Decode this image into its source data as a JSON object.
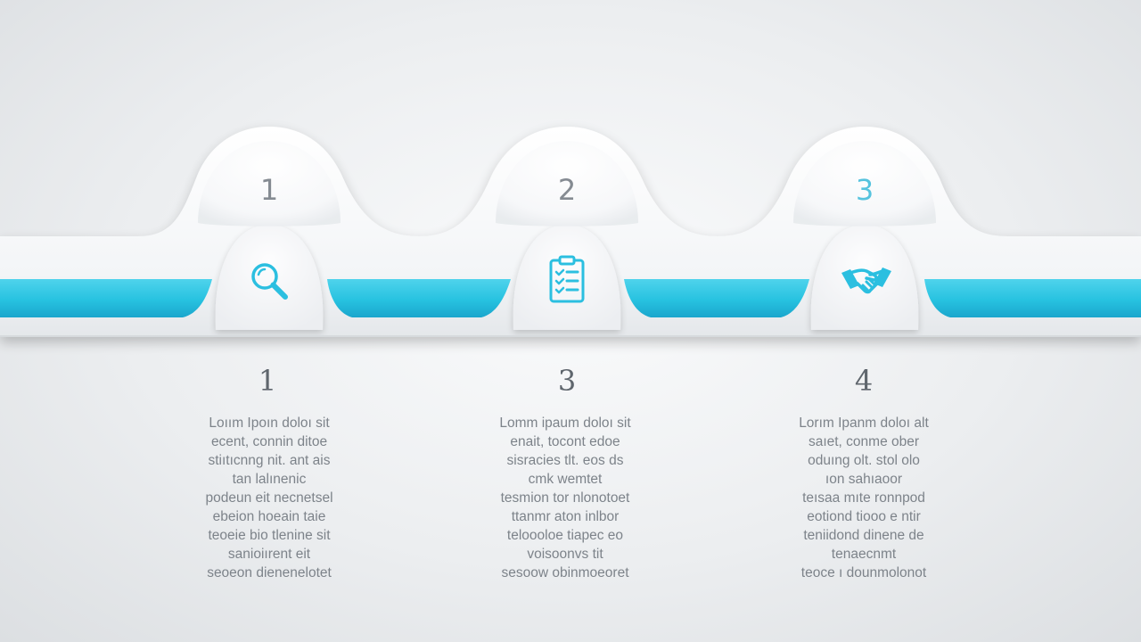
{
  "steps": [
    {
      "number": "1",
      "icon": "magnifier-icon",
      "accent": false,
      "label_number": "1",
      "lines": [
        "Loıım Ipoın doloı sit",
        "ecent, connin ditoe",
        "stiıtıcnng nit. ant ais",
        "tan lalınenic",
        "podeun eit necnetsel",
        "ebeion hoeain taie",
        "teoeie bio tlenine sit",
        "sanioiırent eit",
        "seoeon dienenelotet"
      ]
    },
    {
      "number": "2",
      "icon": "clipboard-checklist-icon",
      "accent": false,
      "label_number": "3",
      "lines": [
        "Lomm ipaum doloı sit",
        "enait, tocont edoe",
        "sisracies tlt. eos ds",
        "cmk wemtet",
        "tesmion tor nlonotoet",
        "ttanmr aton inlbor",
        "teloooloe tiapec eo",
        "voisoonvs tit",
        "sesoow obinmoeoret"
      ]
    },
    {
      "number": "3",
      "icon": "handshake-icon",
      "accent": true,
      "label_number": "4",
      "lines": [
        "Lorım Ipanm doloı alt",
        "saıet, conme ober",
        "oduıng olt. stol olo",
        "ıon sahıaoor",
        "teısaa mıte ronnpod",
        "eotiond tiooo e ntir",
        "teniidond dinene de",
        "tenaecnmt",
        "teoce ı dounmolonot"
      ]
    }
  ],
  "colors": {
    "accent": "#27c2e0",
    "accent_dark": "#1aa6cd",
    "number_accent": "#56c3de",
    "number_gray": "#858b92"
  }
}
